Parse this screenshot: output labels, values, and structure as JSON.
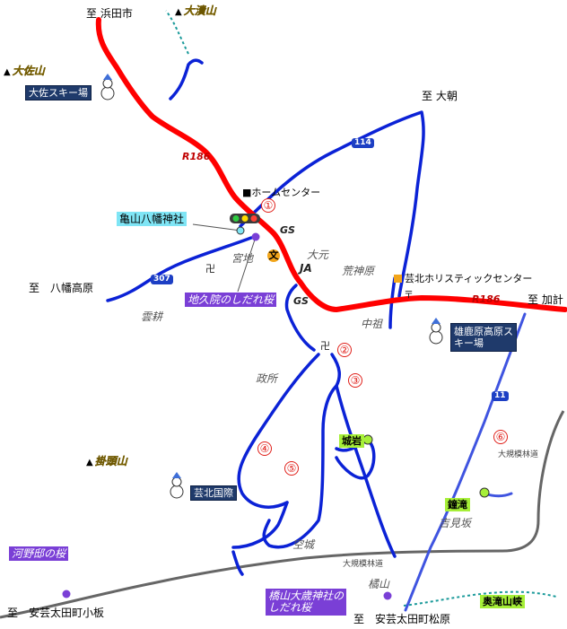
{
  "destinations": {
    "hamada": "至 浜田市",
    "oasa": "至 大朝",
    "yawata_kogen": "至　八幡高原",
    "kake": "至 加計",
    "kobayashi": "至　安芸太田町小板",
    "matsubara": "至　安芸太田町松原"
  },
  "mountains": {
    "odoko": "大潰山",
    "osa": "大佐山",
    "kakezu": "掛頭山"
  },
  "routes": {
    "r186_north": "R186",
    "r186_east": "R186",
    "r307": "307",
    "r114": "114",
    "r11": "11"
  },
  "ski_areas": {
    "osa_ski": "大佐スキー場",
    "kokusai_ski": "芸北国際",
    "osorakan_ski": "雄鹿原高原スキー場"
  },
  "landmarks": {
    "home_center": "■ホームセンター",
    "kameyama_shrine": "亀山八幡神社",
    "jikyuin_sakura": "地久院のしだれ桜",
    "gs_north": "GS",
    "gs_south": "GS",
    "ja": "JA",
    "school_mark": "文",
    "post_mark": "〒",
    "temple_mark_1": "卍",
    "temple_mark_2": "卍",
    "holistic_center": "芸北ホリスティックセンター",
    "kono_sakura": "河野邸の桜",
    "tachibana_shrine_line1": "橋山大歳神社の",
    "tachibana_shrine_line2": "しだれ桜",
    "shiroiwa": "城岩",
    "nodaki": "鐘滝",
    "okutaki_gorge": "奥滝山峡"
  },
  "places": {
    "miyaji": "宮地",
    "omoto": "大元",
    "arakambara": "荒神原",
    "nakaso": "中祖",
    "unkou": "雲耕",
    "masadokoro": "政所",
    "karaki": "空城",
    "tachibana": "橘山",
    "yoshimisaka": "吉見坂",
    "forest_road_1": "大規模林道",
    "forest_road_2": "大規模林道"
  },
  "numbers": [
    "①",
    "②",
    "③",
    "④",
    "⑤",
    "⑥"
  ],
  "colors": {
    "main_road": "#ff0000",
    "road": "#0b22d6",
    "light_road": "#3f54e0",
    "minor_road": "#666666",
    "trail": "#1a9a9a"
  }
}
